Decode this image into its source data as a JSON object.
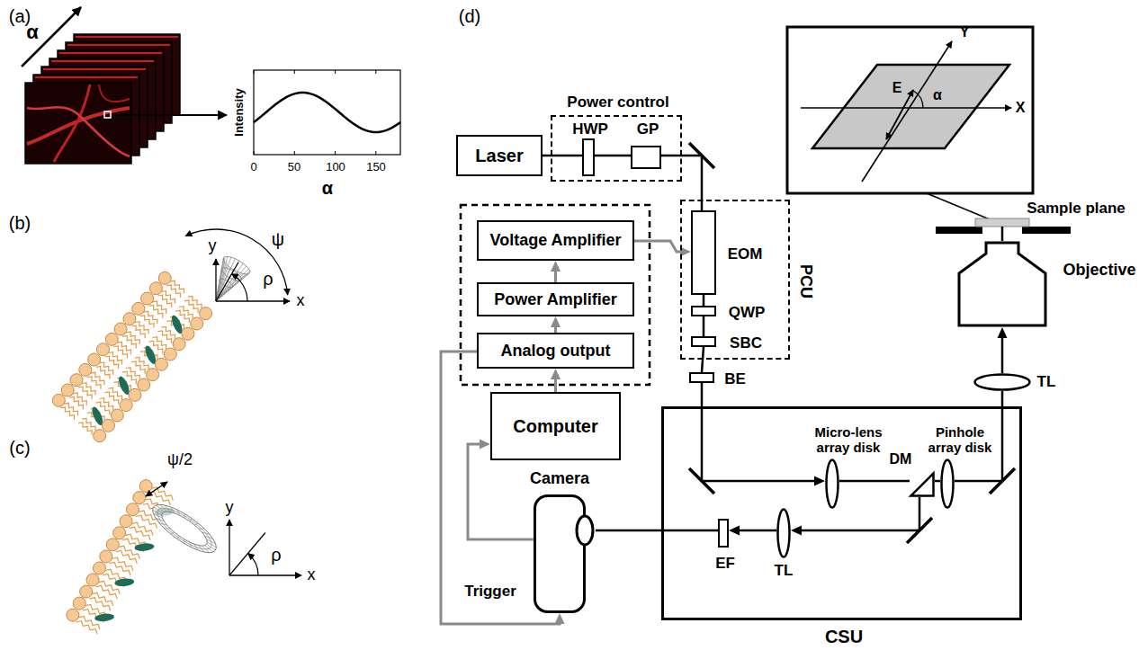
{
  "diagram": {
    "nodes": [
      {
        "text": [
          "Laser"
        ]
      },
      {
        "text": [
          "Power control"
        ]
      },
      {
        "text": [
          "HWP"
        ],
        "in": 1
      },
      {
        "text": [
          "GP"
        ],
        "in": 1
      },
      {
        "text": [
          "PCU"
        ]
      },
      {
        "text": [
          "EOM"
        ],
        "in": 4
      },
      {
        "text": [
          "QWP"
        ],
        "in": 4
      },
      {
        "text": [
          "SBC"
        ],
        "in": 4
      },
      {
        "text": [
          "BE"
        ]
      },
      {
        "text": [
          "Voltage Amplifier"
        ]
      },
      {
        "text": [
          "Power Amplifier"
        ]
      },
      {
        "text": [
          "Analog output"
        ]
      },
      {
        "text": [
          "Computer"
        ]
      },
      {
        "text": [
          "Camera"
        ]
      },
      {
        "text": [
          "CSU"
        ]
      },
      {
        "text": [
          "Micro-lens array disk"
        ],
        "in": 14
      },
      {
        "text": [
          "DM"
        ],
        "in": 14
      },
      {
        "text": [
          "Pinhole array disk"
        ],
        "in": 14
      },
      {
        "text": [
          "TL"
        ],
        "in": 14
      },
      {
        "text": [
          "EF"
        ],
        "in": 14
      },
      {
        "text": [
          "TL"
        ]
      },
      {
        "text": [
          "Objective"
        ]
      }
    ],
    "edges": [
      {
        "from": 0,
        "to": 2,
        "arrow": "none"
      },
      {
        "from": 2,
        "to": 3,
        "arrow": "none"
      },
      {
        "from": 3,
        "to": 5,
        "arrow": "none"
      },
      {
        "from": 5,
        "to": 6,
        "arrow": "none"
      },
      {
        "from": 6,
        "to": 7,
        "arrow": "none"
      },
      {
        "from": 7,
        "to": 8,
        "arrow": "none"
      },
      {
        "from": 8,
        "to": 15,
        "arrow": "to"
      },
      {
        "from": 15,
        "to": 16,
        "arrow": "none"
      },
      {
        "from": 16,
        "to": 17,
        "arrow": "none"
      },
      {
        "from": 17,
        "to": 20,
        "arrow": "none"
      },
      {
        "from": 20,
        "to": 21,
        "arrow": "to"
      },
      {
        "from": 16,
        "to": 18,
        "arrow": "to"
      },
      {
        "from": 18,
        "to": 19,
        "arrow": "to"
      },
      {
        "from": 19,
        "to": 13,
        "arrow": "none"
      },
      {
        "from": 10,
        "to": 9,
        "arrow": "to"
      },
      {
        "from": 11,
        "to": 10,
        "arrow": "to"
      },
      {
        "from": 12,
        "to": 11,
        "arrow": "to"
      },
      {
        "from": 9,
        "to": 5,
        "arrow": "to"
      },
      {
        "from": 11,
        "to": 13,
        "arrow": "to"
      },
      {
        "from": 13,
        "to": 12,
        "arrow": "to"
      }
    ],
    "labels": [
      "(a)",
      "α",
      "Intensity",
      "0",
      "50",
      "100",
      "150",
      "α",
      "(b)",
      "y",
      "ψ",
      "ρ",
      "x",
      "(c)",
      "ψ/2",
      "y",
      "ρ",
      "x",
      "(d)",
      "Y",
      "E",
      "α",
      "X",
      "Sample plane",
      "Trigger"
    ]
  }
}
